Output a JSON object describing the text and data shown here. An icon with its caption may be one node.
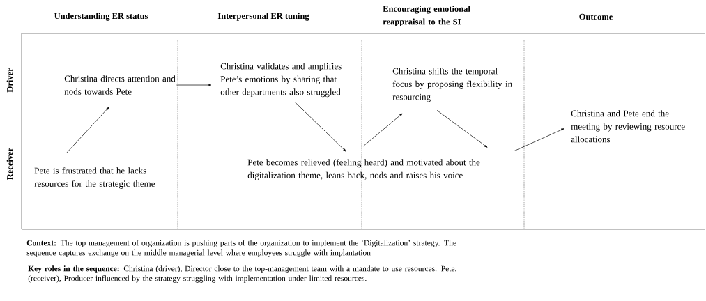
{
  "diagram": {
    "nodes": [
      {
        "text": [
          "Pete is frustrated that he lacks resources for the strategic theme"
        ]
      },
      {
        "text": [
          "Christina directs attention and nods towards Pete"
        ]
      },
      {
        "text": [
          "Christina validates and amplifies Pete’s emotions by sharing that other departments also struggled"
        ]
      },
      {
        "text": [
          "Pete becomes relieved (feeling heard) and motivated about the digitalization theme, leans back, nods and raises his voice"
        ]
      },
      {
        "text": [
          "Christina shifts the temporal focus by proposing flexibility in resourcing"
        ]
      },
      {
        "text": [
          "Christina and Pete end the meeting by reviewing resource allocations"
        ]
      }
    ],
    "edges": [
      {
        "from": 0,
        "to": 1,
        "arrow": "to"
      },
      {
        "from": 1,
        "to": 2,
        "arrow": "to"
      },
      {
        "from": 2,
        "to": 3,
        "arrow": "to"
      },
      {
        "from": 3,
        "to": 4,
        "arrow": "to"
      },
      {
        "from": 4,
        "to": 3,
        "arrow": "to"
      },
      {
        "from": 3,
        "to": 5,
        "arrow": "to"
      }
    ],
    "labels": [
      "Understanding ER status",
      "Interpersonal ER tuning",
      "Encouraging emotional reappraisal to the SI",
      "Outcome",
      "Driver",
      "Receiver",
      "**Context:** The top management of organization is pushing parts of the organization to implement the ‘Digitalization’ strategy. The sequence captures exchange on the middle managerial level where employees struggle with implantation",
      "**Key roles in the sequence:** Christina (driver), Director close to the top-management team with a mandate to use resources. Pete, (receiver), Producer influenced by the strategy struggling with implementation under limited resources."
    ]
  }
}
